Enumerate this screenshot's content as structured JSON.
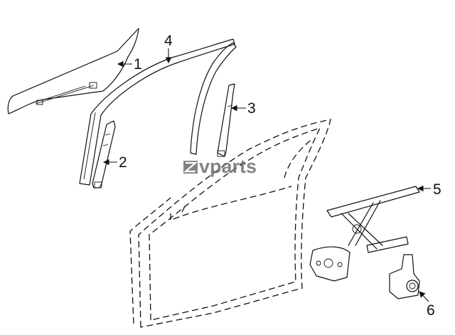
{
  "diagram": {
    "watermark": "vparts",
    "callouts": [
      {
        "id": "1",
        "label": "1"
      },
      {
        "id": "2",
        "label": "2"
      },
      {
        "id": "3",
        "label": "3"
      },
      {
        "id": "4",
        "label": "4"
      },
      {
        "id": "5",
        "label": "5"
      },
      {
        "id": "6",
        "label": "6"
      }
    ]
  }
}
